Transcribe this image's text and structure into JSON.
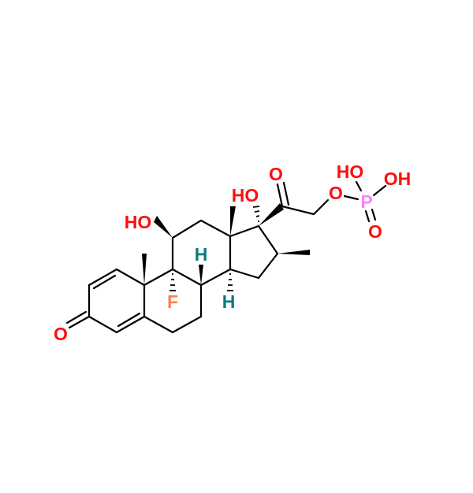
{
  "molecule": {
    "atom_labels": {
      "ketone_o3": "O",
      "hydroxyl_11": "HO",
      "fluorine_9": "F",
      "hydrogen_8": "H",
      "hydrogen_14": "H",
      "hydroxyl_17": "HO",
      "ketone_o20": "O",
      "ester_o21": "O",
      "phosphorus": "P",
      "phosphate_oh_left": "HO",
      "phosphate_oh_right": "OH",
      "phosphate_o_double": "O"
    },
    "colors": {
      "oxygen": "#ff0d0d",
      "fluorine": "#ff7f50",
      "hydrogen": "#0b7b7b",
      "phosphorus": "#ff80ff",
      "bond": "#000000"
    }
  }
}
